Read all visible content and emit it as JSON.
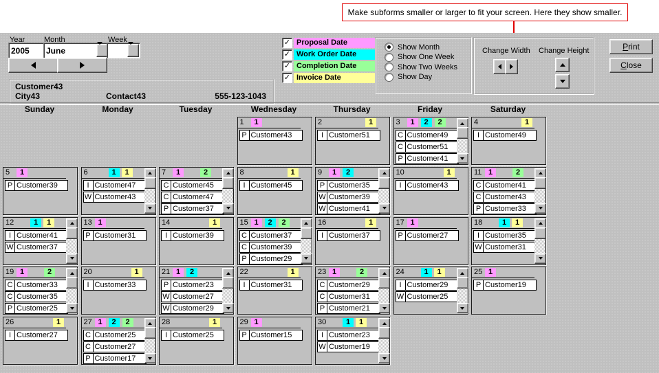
{
  "callout": {
    "text": "Make subforms smaller or larger to fit your screen. Here they show smaller."
  },
  "toolbar": {
    "year_label": "Year",
    "year_value": "2005",
    "month_label": "Month",
    "month_value": "June",
    "week_label": "Week",
    "week_value": ""
  },
  "colors": {
    "proposal": "#ff99ff",
    "work_order": "#00ffff",
    "completion": "#99ff99",
    "invoice": "#ffff99",
    "form_bg": "#c0c0c0",
    "callout_red": "#e00000"
  },
  "legend": {
    "items": [
      {
        "label": "Proposal Date",
        "color_key": "proposal",
        "checked": true
      },
      {
        "label": "Work Order Date",
        "color_key": "work_order",
        "checked": true
      },
      {
        "label": "Completion Date",
        "color_key": "completion",
        "checked": true
      },
      {
        "label": "Invoice Date",
        "color_key": "invoice",
        "checked": true
      }
    ]
  },
  "view_options": {
    "items": [
      {
        "label": "Show Month",
        "selected": true
      },
      {
        "label": "Show One Week",
        "selected": false
      },
      {
        "label": "Show Two Weeks",
        "selected": false
      },
      {
        "label": "Show Day",
        "selected": false
      }
    ]
  },
  "size_controls": {
    "width_label": "Change Width",
    "height_label": "Change Height"
  },
  "actions": {
    "print_accel": "P",
    "print_rest": "rint",
    "close_accel": "C",
    "close_rest": "lose"
  },
  "customer_info": {
    "name": "Customer43",
    "city": "City43",
    "contact": "Contact43",
    "phone": "555-123-1043"
  },
  "calendar": {
    "weekday_headers": [
      "Sunday",
      "Monday",
      "Tuesday",
      "Wednesday",
      "Thursday",
      "Friday",
      "Saturday"
    ],
    "days": [
      {
        "day": 1,
        "badges": {
          "proposal": 1
        },
        "entries": [
          {
            "code": "P",
            "customer": "Customer43"
          }
        ],
        "scroll": false
      },
      {
        "day": 2,
        "badges": {
          "invoice": 1
        },
        "entries": [
          {
            "code": "I",
            "customer": "Customer51"
          }
        ],
        "scroll": false
      },
      {
        "day": 3,
        "badges": {
          "proposal": 1,
          "work_order": 2,
          "completion": 2
        },
        "entries": [
          {
            "code": "C",
            "customer": "Customer49"
          },
          {
            "code": "C",
            "customer": "Customer51"
          },
          {
            "code": "P",
            "customer": "Customer41"
          }
        ],
        "scroll": true
      },
      {
        "day": 4,
        "badges": {
          "invoice": 1
        },
        "entries": [
          {
            "code": "I",
            "customer": "Customer49"
          }
        ],
        "scroll": false
      },
      {
        "day": 5,
        "badges": {
          "proposal": 1
        },
        "entries": [
          {
            "code": "P",
            "customer": "Customer39"
          }
        ],
        "scroll": false
      },
      {
        "day": 6,
        "badges": {
          "work_order": 1,
          "invoice": 1
        },
        "entries": [
          {
            "code": "I",
            "customer": "Customer47"
          },
          {
            "code": "W",
            "customer": "Customer43"
          }
        ],
        "scroll": true
      },
      {
        "day": 7,
        "badges": {
          "proposal": 1,
          "completion": 2
        },
        "entries": [
          {
            "code": "C",
            "customer": "Customer45"
          },
          {
            "code": "C",
            "customer": "Customer47"
          },
          {
            "code": "P",
            "customer": "Customer37"
          }
        ],
        "scroll": true
      },
      {
        "day": 8,
        "badges": {
          "invoice": 1
        },
        "entries": [
          {
            "code": "I",
            "customer": "Customer45"
          }
        ],
        "scroll": false
      },
      {
        "day": 9,
        "badges": {
          "proposal": 1,
          "work_order": 2
        },
        "entries": [
          {
            "code": "P",
            "customer": "Customer35"
          },
          {
            "code": "W",
            "customer": "Customer39"
          },
          {
            "code": "W",
            "customer": "Customer41"
          }
        ],
        "scroll": true
      },
      {
        "day": 10,
        "badges": {
          "invoice": 1
        },
        "entries": [
          {
            "code": "I",
            "customer": "Customer43"
          }
        ],
        "scroll": false
      },
      {
        "day": 11,
        "badges": {
          "proposal": 1,
          "completion": 2
        },
        "entries": [
          {
            "code": "C",
            "customer": "Customer41"
          },
          {
            "code": "C",
            "customer": "Customer43"
          },
          {
            "code": "P",
            "customer": "Customer33"
          }
        ],
        "scroll": true
      },
      {
        "day": 12,
        "badges": {
          "work_order": 1,
          "invoice": 1
        },
        "entries": [
          {
            "code": "I",
            "customer": "Customer41"
          },
          {
            "code": "W",
            "customer": "Customer37"
          }
        ],
        "scroll": true
      },
      {
        "day": 13,
        "badges": {
          "proposal": 1
        },
        "entries": [
          {
            "code": "P",
            "customer": "Customer31"
          }
        ],
        "scroll": false
      },
      {
        "day": 14,
        "badges": {
          "invoice": 1
        },
        "entries": [
          {
            "code": "I",
            "customer": "Customer39"
          }
        ],
        "scroll": false
      },
      {
        "day": 15,
        "badges": {
          "proposal": 1,
          "work_order": 2,
          "completion": 2
        },
        "entries": [
          {
            "code": "C",
            "customer": "Customer37"
          },
          {
            "code": "C",
            "customer": "Customer39"
          },
          {
            "code": "P",
            "customer": "Customer29"
          }
        ],
        "scroll": true
      },
      {
        "day": 16,
        "badges": {
          "invoice": 1
        },
        "entries": [
          {
            "code": "I",
            "customer": "Customer37"
          }
        ],
        "scroll": false
      },
      {
        "day": 17,
        "badges": {
          "proposal": 1
        },
        "entries": [
          {
            "code": "P",
            "customer": "Customer27"
          }
        ],
        "scroll": false
      },
      {
        "day": 18,
        "badges": {
          "work_order": 1,
          "invoice": 1
        },
        "entries": [
          {
            "code": "I",
            "customer": "Customer35"
          },
          {
            "code": "W",
            "customer": "Customer31"
          }
        ],
        "scroll": true
      },
      {
        "day": 19,
        "badges": {
          "proposal": 1,
          "completion": 2
        },
        "entries": [
          {
            "code": "C",
            "customer": "Customer33"
          },
          {
            "code": "C",
            "customer": "Customer35"
          },
          {
            "code": "P",
            "customer": "Customer25"
          }
        ],
        "scroll": true
      },
      {
        "day": 20,
        "badges": {
          "invoice": 1
        },
        "entries": [
          {
            "code": "I",
            "customer": "Customer33"
          }
        ],
        "scroll": false
      },
      {
        "day": 21,
        "badges": {
          "proposal": 1,
          "work_order": 2
        },
        "entries": [
          {
            "code": "P",
            "customer": "Customer23"
          },
          {
            "code": "W",
            "customer": "Customer27"
          },
          {
            "code": "W",
            "customer": "Customer29"
          }
        ],
        "scroll": true
      },
      {
        "day": 22,
        "badges": {
          "invoice": 1
        },
        "entries": [
          {
            "code": "I",
            "customer": "Customer31"
          }
        ],
        "scroll": false
      },
      {
        "day": 23,
        "badges": {
          "proposal": 1,
          "completion": 2
        },
        "entries": [
          {
            "code": "C",
            "customer": "Customer29"
          },
          {
            "code": "C",
            "customer": "Customer31"
          },
          {
            "code": "P",
            "customer": "Customer21"
          }
        ],
        "scroll": true
      },
      {
        "day": 24,
        "badges": {
          "work_order": 1,
          "invoice": 1
        },
        "entries": [
          {
            "code": "I",
            "customer": "Customer29"
          },
          {
            "code": "W",
            "customer": "Customer25"
          }
        ],
        "scroll": true
      },
      {
        "day": 25,
        "badges": {
          "proposal": 1
        },
        "entries": [
          {
            "code": "P",
            "customer": "Customer19"
          }
        ],
        "scroll": false
      },
      {
        "day": 26,
        "badges": {
          "invoice": 1
        },
        "entries": [
          {
            "code": "I",
            "customer": "Customer27"
          }
        ],
        "scroll": false
      },
      {
        "day": 27,
        "badges": {
          "proposal": 1,
          "work_order": 2,
          "completion": 2
        },
        "entries": [
          {
            "code": "C",
            "customer": "Customer25"
          },
          {
            "code": "C",
            "customer": "Customer27"
          },
          {
            "code": "P",
            "customer": "Customer17"
          }
        ],
        "scroll": true
      },
      {
        "day": 28,
        "badges": {
          "invoice": 1
        },
        "entries": [
          {
            "code": "I",
            "customer": "Customer25"
          }
        ],
        "scroll": false
      },
      {
        "day": 29,
        "badges": {
          "proposal": 1
        },
        "entries": [
          {
            "code": "P",
            "customer": "Customer15"
          }
        ],
        "scroll": false
      },
      {
        "day": 30,
        "badges": {
          "work_order": 1,
          "invoice": 1
        },
        "entries": [
          {
            "code": "I",
            "customer": "Customer23"
          },
          {
            "code": "W",
            "customer": "Customer19"
          }
        ],
        "scroll": true
      }
    ]
  }
}
